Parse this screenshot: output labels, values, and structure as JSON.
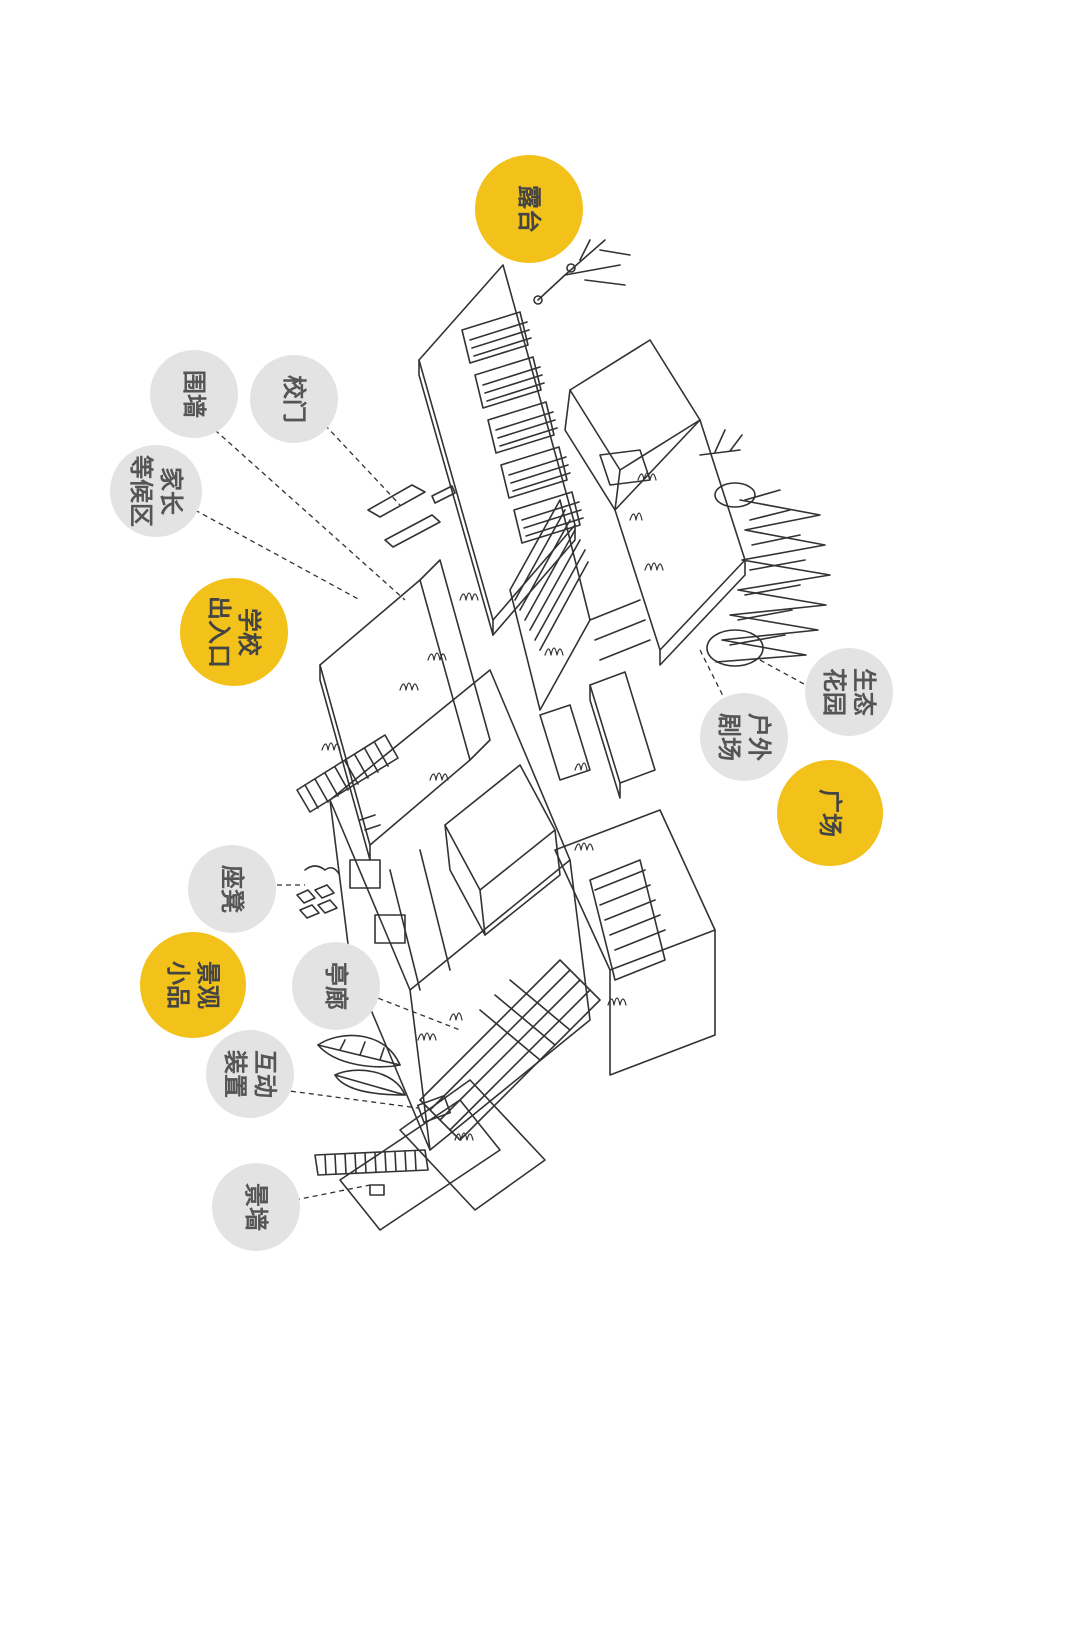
{
  "diagram": {
    "style": "line-drawing isometric campus plan",
    "colors": {
      "accent": "#f2c21a",
      "neutral": "#e3e3e3",
      "line": "#333333",
      "text": "#555555"
    },
    "callouts": [
      {
        "id": "lutai",
        "text": "露台",
        "kind": "accent"
      },
      {
        "id": "xiaomen",
        "text": "校门",
        "kind": "neutral"
      },
      {
        "id": "weiqiang",
        "text": "围墙",
        "kind": "neutral"
      },
      {
        "id": "jiazhang",
        "text": "家长\n等候区",
        "kind": "neutral"
      },
      {
        "id": "xuexiao",
        "text": "学校\n出入口",
        "kind": "accent"
      },
      {
        "id": "shengtai",
        "text": "生态\n花园",
        "kind": "neutral"
      },
      {
        "id": "huwai",
        "text": "户外\n剧场",
        "kind": "neutral"
      },
      {
        "id": "guangchang",
        "text": "广场",
        "kind": "accent"
      },
      {
        "id": "zuodeng",
        "text": "座凳",
        "kind": "neutral"
      },
      {
        "id": "jingguan",
        "text": "景观\n小品",
        "kind": "accent"
      },
      {
        "id": "tinglang",
        "text": "亭廊",
        "kind": "neutral"
      },
      {
        "id": "hudong",
        "text": "互动\n装置",
        "kind": "neutral"
      },
      {
        "id": "jingqiang",
        "text": "景墙",
        "kind": "neutral"
      }
    ]
  }
}
